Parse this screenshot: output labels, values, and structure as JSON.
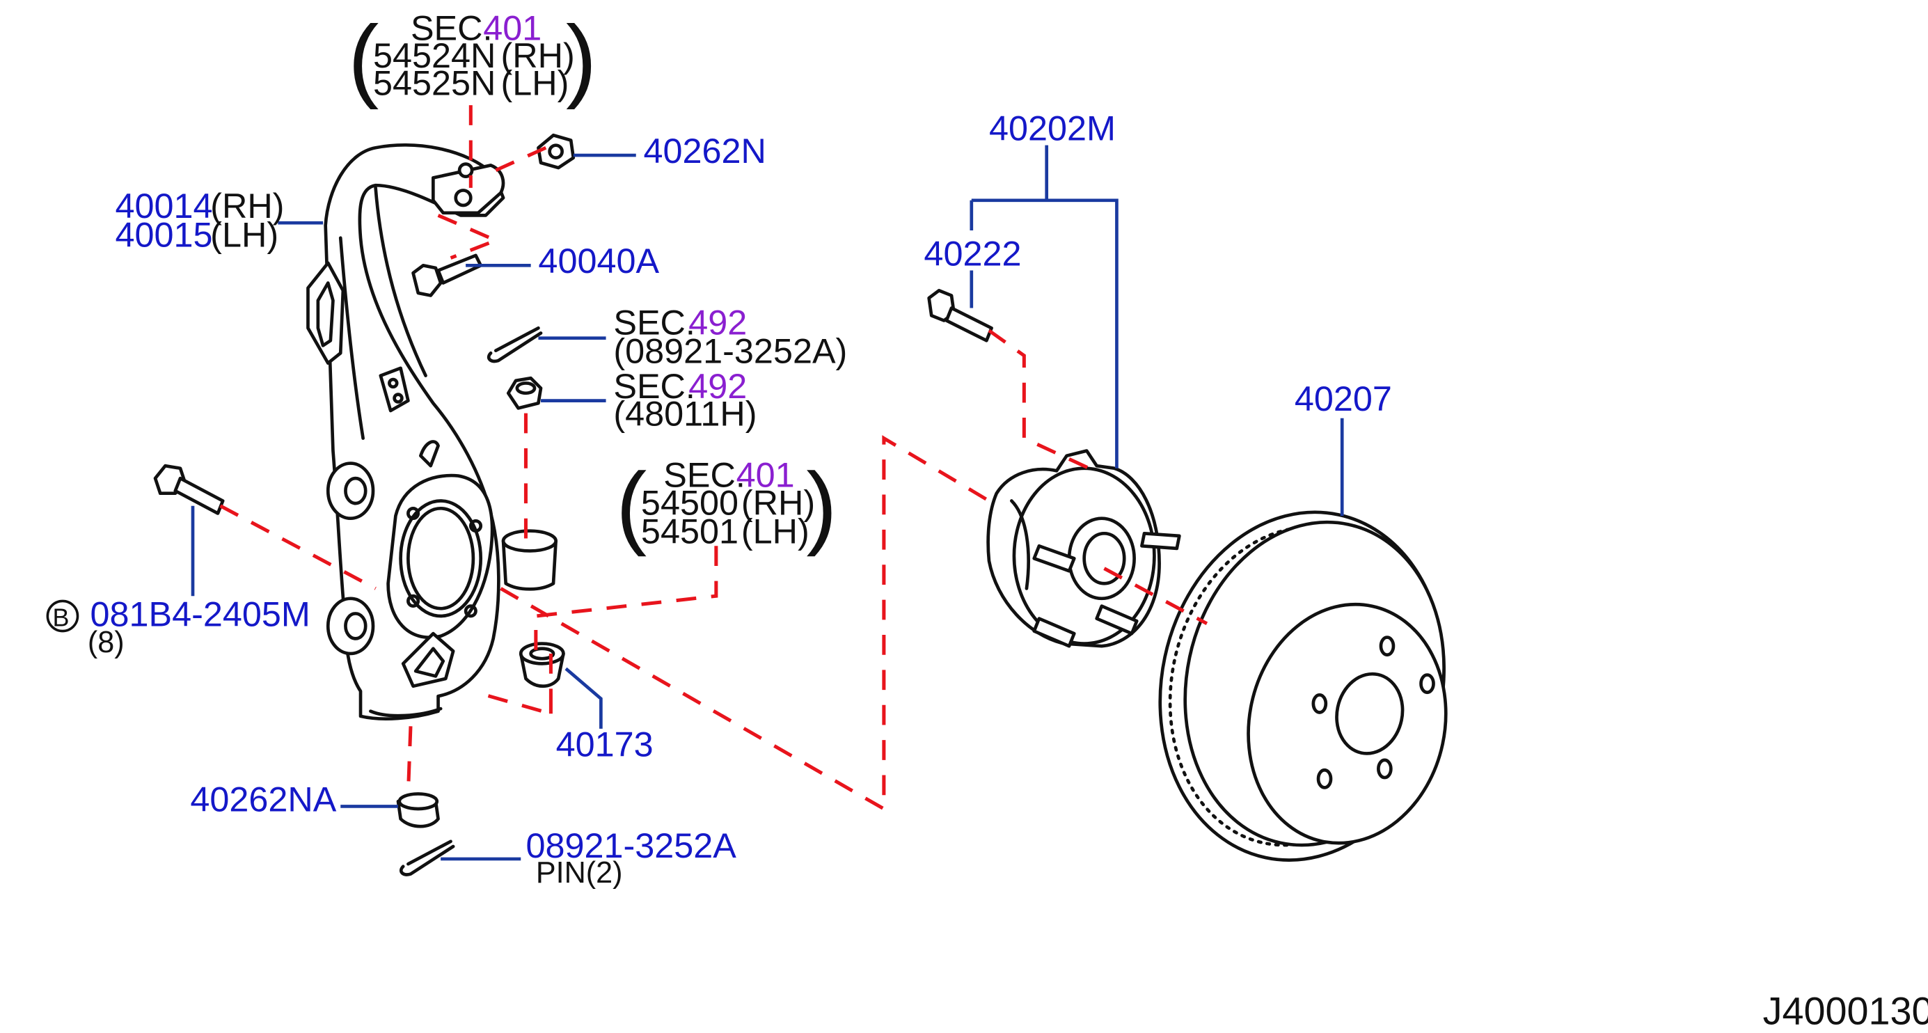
{
  "colors": {
    "callout": "#1418c8",
    "section_number": "#8a1fd0",
    "text": "#111111",
    "dashed_line": "#e8141c",
    "leader_line": "#1a3aa0"
  },
  "callouts": {
    "sec401_top": {
      "sec_label": "SEC.",
      "sec_number": "401",
      "part_rh": "54524N",
      "rh": "(RH)",
      "part_lh": "54525N",
      "lh": "(LH)"
    },
    "p40262N": "40262N",
    "p40014": {
      "part": "40014",
      "side": "(RH)"
    },
    "p40015": {
      "part": "40015",
      "side": "(LH)"
    },
    "p40040A": "40040A",
    "sec492_pin": {
      "sec_label": "SEC.",
      "sec_number": "492",
      "part": "(08921-3252A)"
    },
    "sec492_nut": {
      "sec_label": "SEC.",
      "sec_number": "492",
      "part": "(48011H)"
    },
    "sec401_mid": {
      "sec_label": "SEC.",
      "sec_number": "401",
      "part_rh": "54500",
      "rh": "(RH)",
      "part_lh": "54501",
      "lh": "(LH)"
    },
    "p081B4": {
      "badge": "B",
      "part": "081B4-2405M",
      "qty": "(8)"
    },
    "p40173": "40173",
    "p40262NA": "40262NA",
    "p08921": {
      "part": "08921-3252A",
      "name": "PIN",
      "qty": "(2)"
    },
    "p40202M": "40202M",
    "p40222": "40222",
    "p40207": "40207"
  },
  "diagram_id": "J4000130"
}
